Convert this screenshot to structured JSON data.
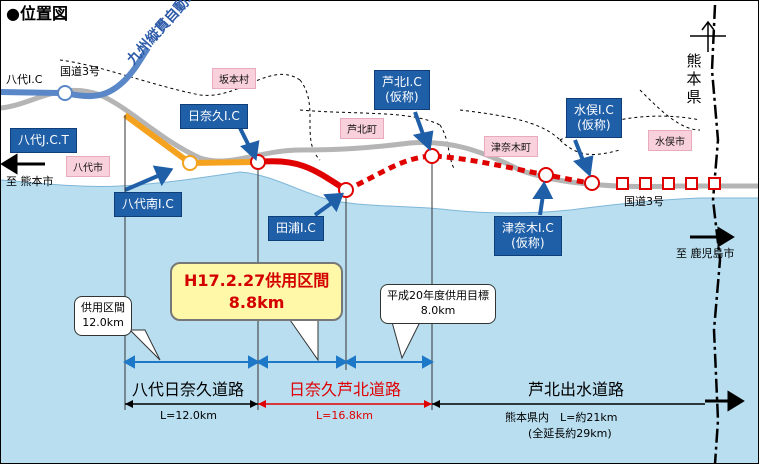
{
  "title": "●位置図",
  "places": {
    "yatsushiro_ic": "八代I.C",
    "kokudo3_top": "国道3号",
    "kyushu_expressway": "九州縦貫自動車道",
    "sakamoto_village": "坂本村",
    "hinagu_ic": "日奈久I.C",
    "yatsushiro_jct": "八代J.C.T",
    "yatsushiro_city": "八代市",
    "to_kumamoto": "至 熊本市",
    "yatsushiro_minami_ic": "八代南I.C",
    "tanoura_ic": "田浦I.C",
    "ashikita_town": "芦北町",
    "ashikita_ic": "芦北I.C",
    "ashikita_ic_note": "(仮称)",
    "tsunagi_town": "津奈木町",
    "tsunagi_ic": "津奈木I.C",
    "tsunagi_ic_note": "(仮称)",
    "minamata_ic": "水俣I.C",
    "minamata_ic_note": "(仮称)",
    "minamata_city": "水俣市",
    "kumamoto_pref": "熊本県",
    "kokudo3_bottom": "国道3号",
    "to_kagoshima": "至 鹿児島市"
  },
  "callouts": {
    "in_service_label": "供用区間",
    "in_service_length": "12.0km",
    "highlight_line1": "H17.2.27供用区間",
    "highlight_line2": "8.8km",
    "target_label": "平成20年度供用目標",
    "target_length": "8.0km"
  },
  "sections": [
    {
      "name": "八代日奈久道路",
      "length": "L=12.0km"
    },
    {
      "name": "日奈久芦北道路",
      "length": "L=16.8km"
    },
    {
      "name": "芦北出水道路",
      "length": "熊本県内　L=約21km",
      "length2": "(全延長約29km)"
    }
  ],
  "colors": {
    "sea": "#b8def0",
    "road_in_service": "#f5a21e",
    "road_new": "#e00000",
    "ic_box": "#1f5fa8",
    "expressway": "#5a87c8",
    "dimension": "#1e78c8"
  }
}
